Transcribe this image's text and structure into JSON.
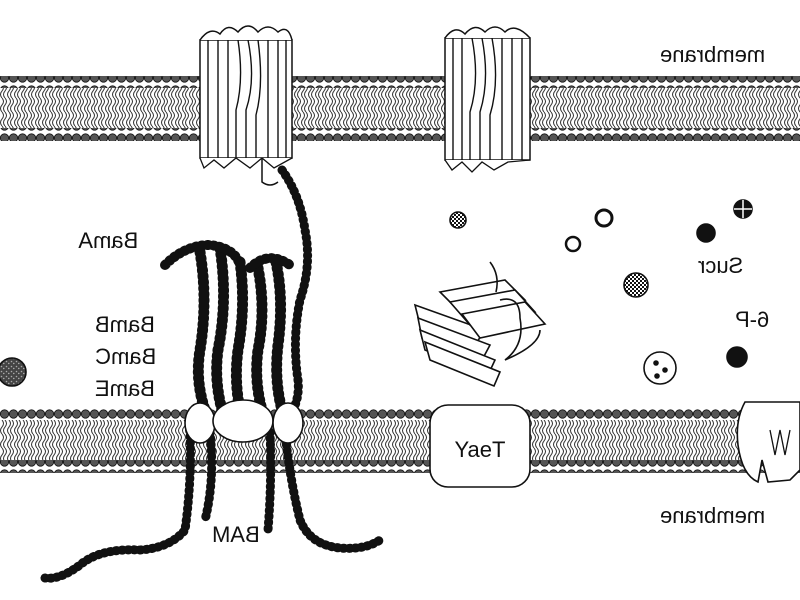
{
  "labels": {
    "outer_membrane": "membrane",
    "inner_membrane": "membrane",
    "bama": "BamA",
    "bamb": "BamB",
    "bamc": "BamC",
    "bame": "BamE",
    "bam_complex": "BAM",
    "yaet": "YaeT",
    "sucr": "Sucr",
    "six_p": "6-P"
  },
  "colors": {
    "ink": "#111111",
    "paper": "#ffffff",
    "tail": "#3a3a3a"
  }
}
